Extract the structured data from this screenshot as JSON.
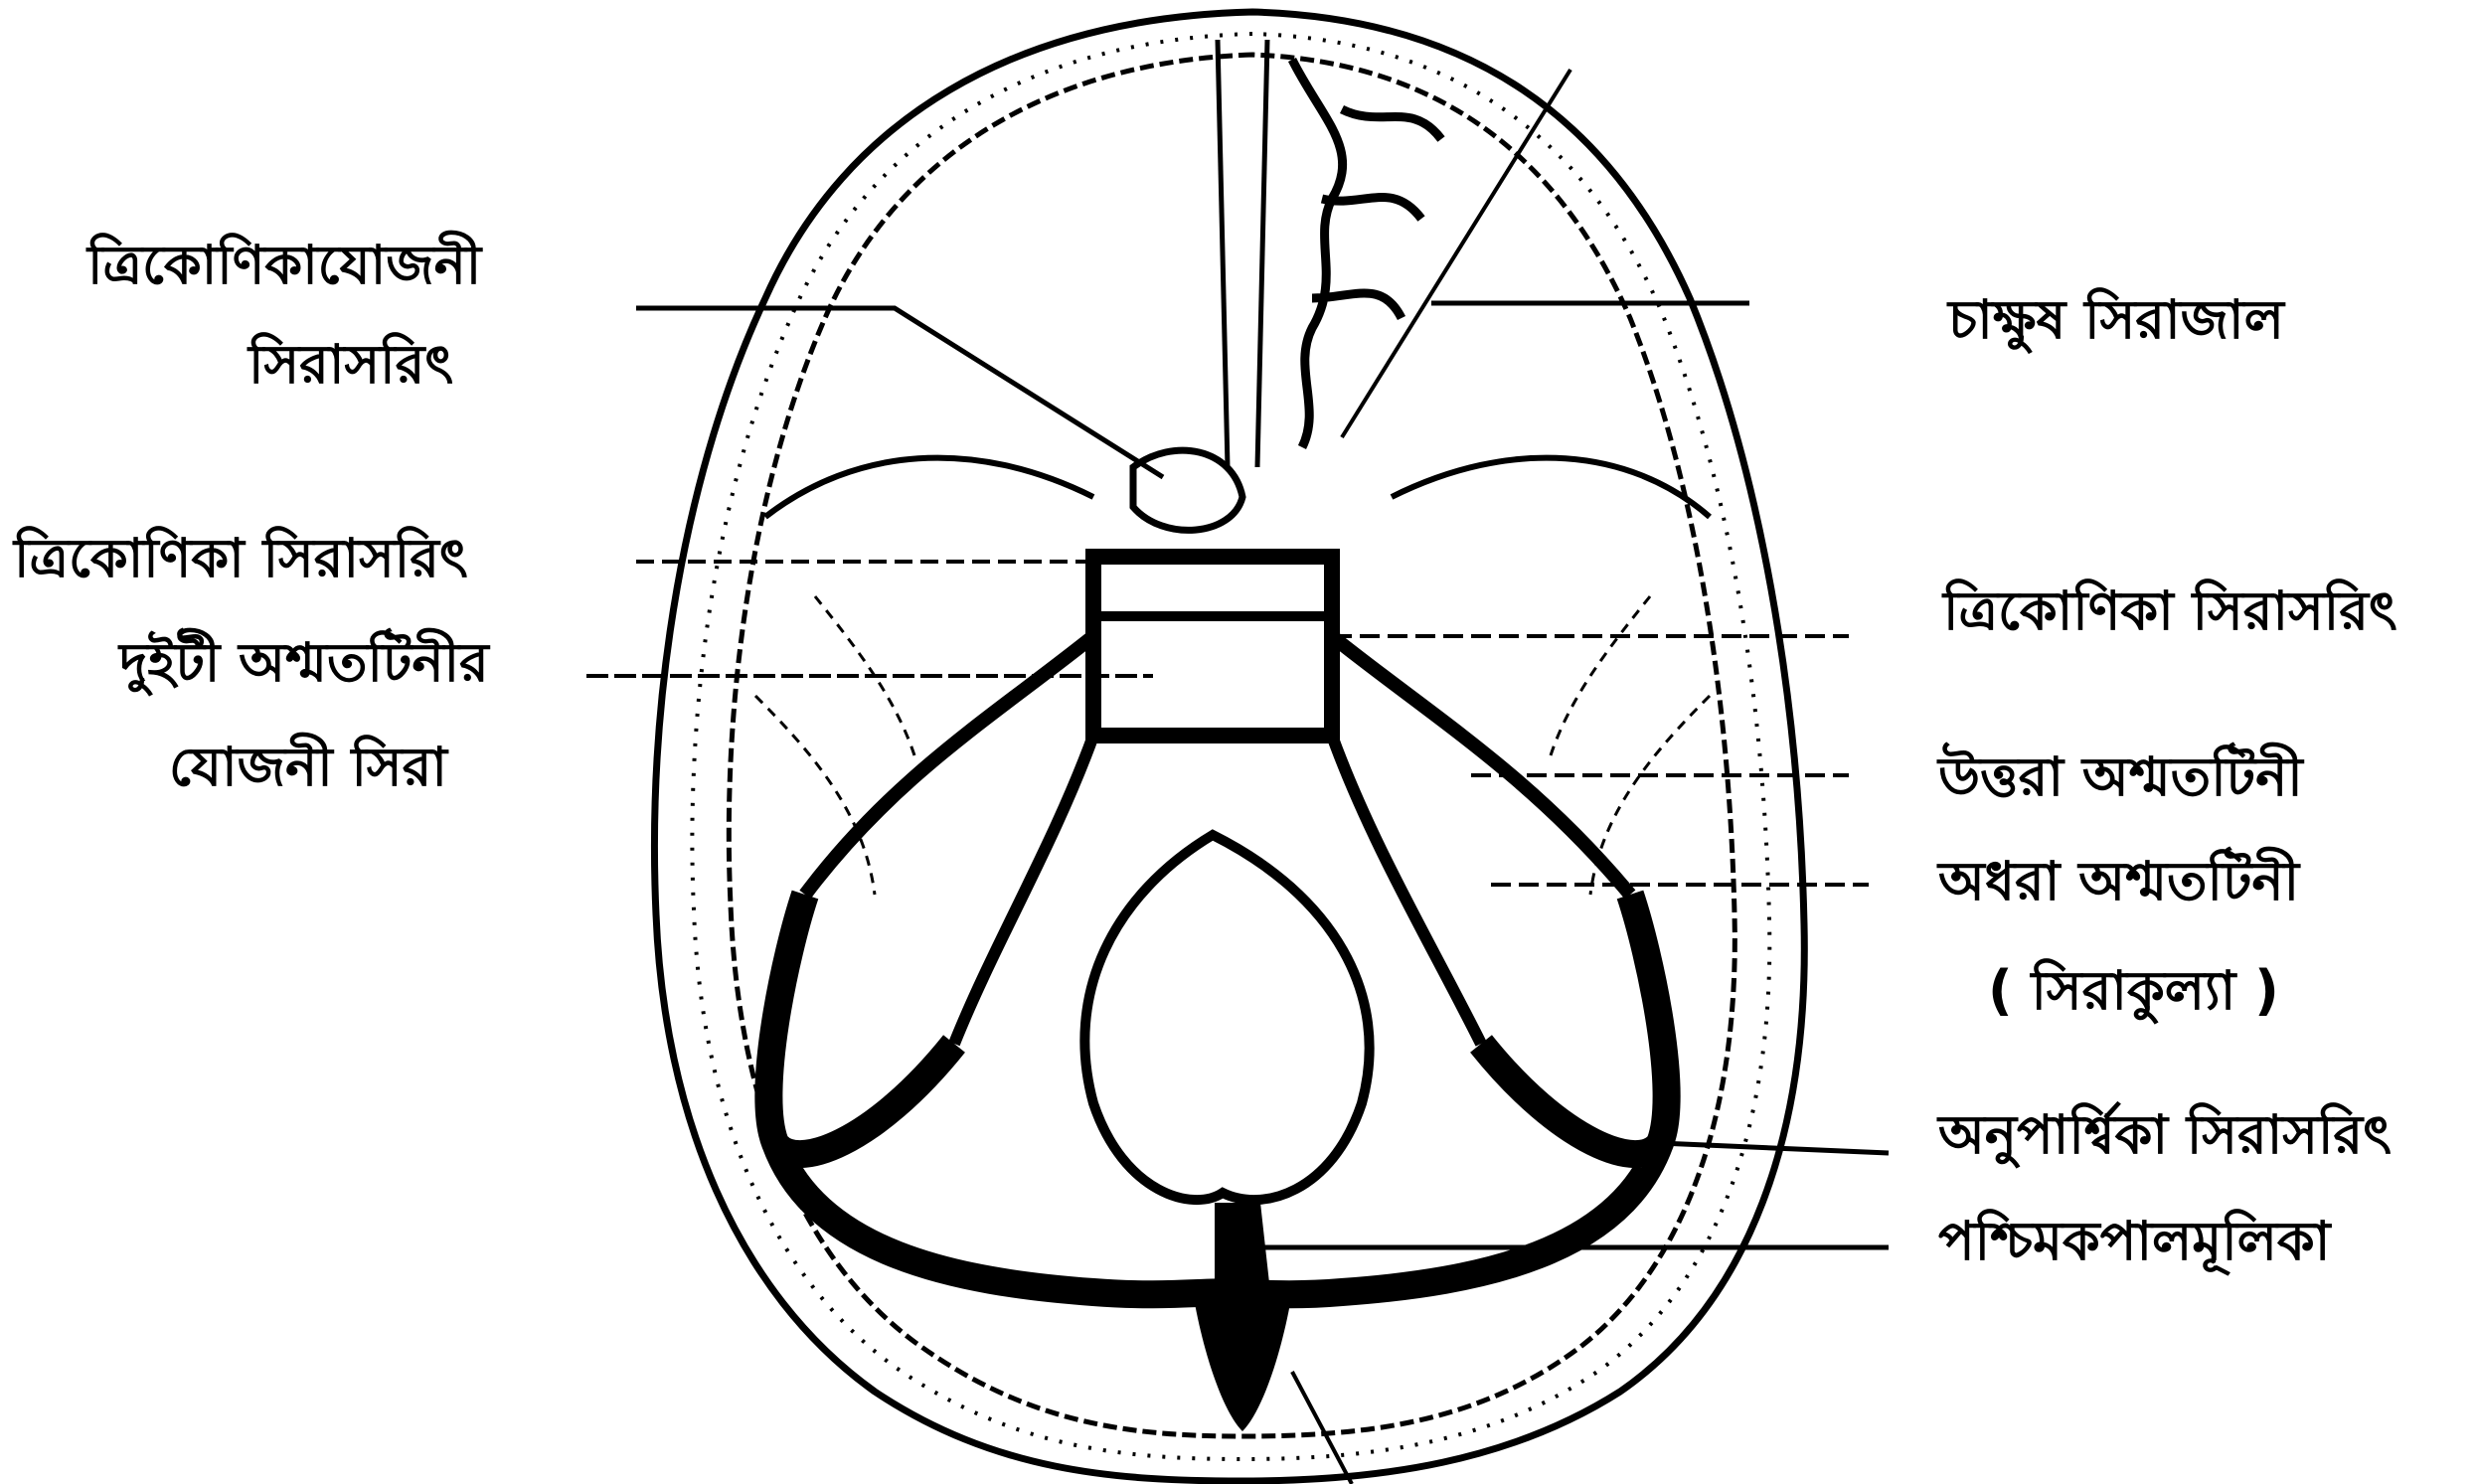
{
  "figure": {
    "ink_color": "#000000",
    "background_color": "#ffffff"
  },
  "labels_left": {
    "trikonika_yojani_line1": "ত্রিকোণিকাযোজনী",
    "trikonika_yojani_line2": "সিরাসরিৎ",
    "trikonika_sirasarit": "ত্রিকোণিকা সিরাসরিৎ",
    "duiti_ashmatatini_line1": "দুইটী অশ্মতটিনীর",
    "duiti_ashmatatini_line2": "যোজনী সিরা"
  },
  "labels_right": {
    "chakshush_sirajal": "চাক্ষুষ সিরাজাল",
    "trikonika_sirasarit": "ত্রিকোণিকা সিরাসরিৎ",
    "uttara_ashmatatini": "উত্তরা অশ্মতটিনী",
    "adhara_ashmatatini": "অধরা অশ্মতটিনী",
    "sirakulya": "( সিরাকুল্যা )",
    "anuparshvika_sirasarit": "অনুপার্শ্বিকা সিরাসরিৎ",
    "pashchim_kapalmulika": "পশ্চিমকপালমূলিকা"
  }
}
